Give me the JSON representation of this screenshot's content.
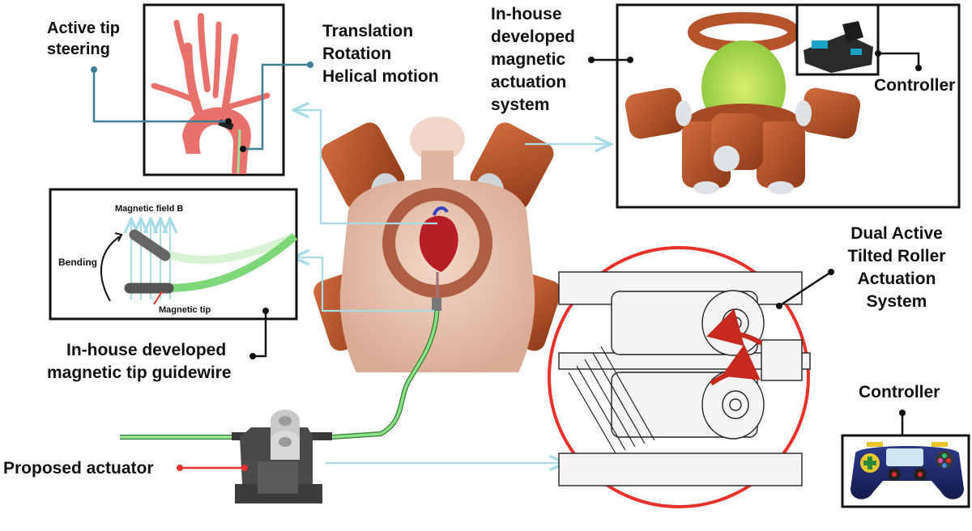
{
  "labels": {
    "active_tip_l1": "Active tip",
    "active_tip_l2": "steering",
    "motion_l1": "Translation",
    "motion_l2": "Rotation",
    "motion_l3": "Helical motion",
    "mag_sys_l1": "In-house",
    "mag_sys_l2": "developed",
    "mag_sys_l3": "magnetic",
    "mag_sys_l4": "actuation",
    "mag_sys_l5": "system",
    "controller_top": "Controller",
    "magnetic_field": "Magnetic field B",
    "bending": "Bending",
    "magnetic_tip": "Magnetic tip",
    "guidewire_l1": "In-house developed",
    "guidewire_l2": "magnetic tip guidewire",
    "dual_l1": "Dual Active",
    "dual_l2": "Tilted Roller",
    "dual_l3": "Actuation",
    "dual_l4": "System",
    "controller_bottom": "Controller",
    "proposed_actuator": "Proposed actuator"
  },
  "colors": {
    "leader_blue": "#3d7f95",
    "arrow_light_blue": "#a8dbe8",
    "red_accent": "#e8312a",
    "coil_copper": "#b5532b",
    "guidewire_green": "#7ed87a",
    "aorta_pink": "#e8716c",
    "frame_black": "#111111"
  },
  "icons": [
    "aorta-illustration",
    "magnetic-coil-system",
    "joystick-controller",
    "gamepad-controller",
    "tilted-roller-drawing",
    "actuator-device",
    "torso-heart-illustration",
    "rotation-arrow"
  ]
}
